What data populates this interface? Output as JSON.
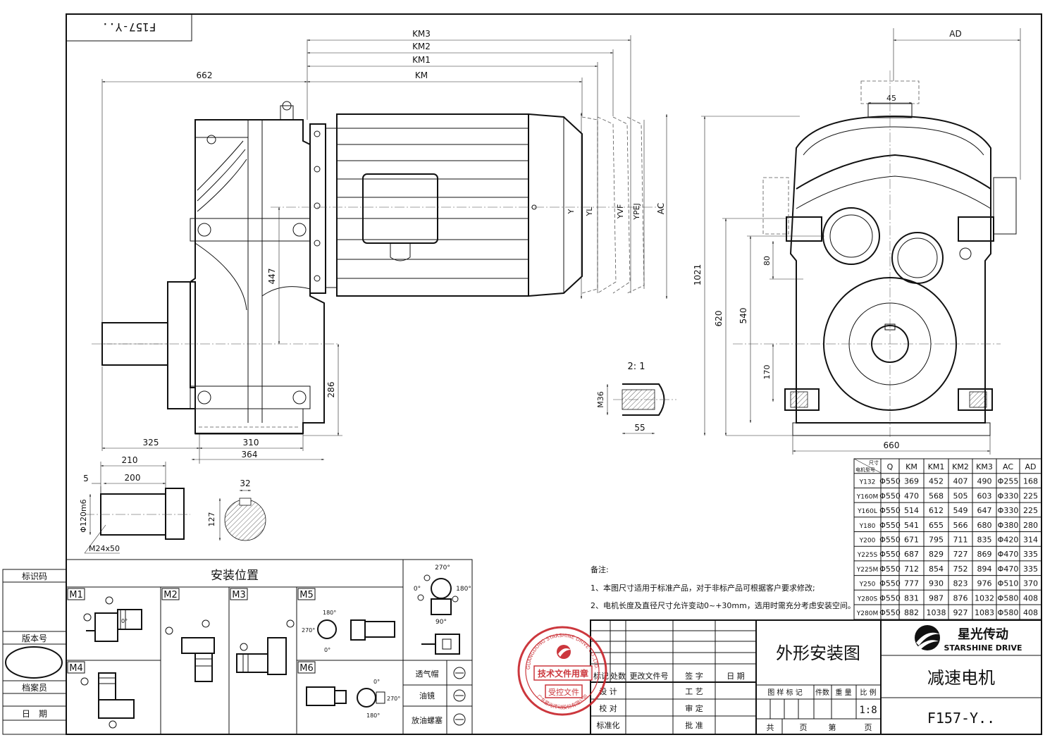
{
  "drawing": {
    "code_box": "F157-Y..",
    "title": "外形安装图",
    "product_name": "减速电机",
    "model": "F157-Y..",
    "scale": "1:8",
    "detail_scale": "2: 1"
  },
  "brand": {
    "cn": "星光传动",
    "en": "STARSHINE DRIVE",
    "color": "#111111"
  },
  "stamp": {
    "ring_text": "GUANGDONG STARSHINE DRIVE CO.,LTD.",
    "ring_text_cn": "广东星光传动股份有限公司",
    "line1": "技术文件用章",
    "line2": "受控文件",
    "color": "#c8272d"
  },
  "left_labels": [
    "标识码",
    "版本号",
    "档案员",
    "日　期"
  ],
  "install_section": {
    "title": "安装位置",
    "positions": [
      "M1",
      "M2",
      "M3",
      "M5",
      "M4",
      "M6"
    ],
    "angles_top": [
      "270°",
      "0°",
      "180°",
      "90°"
    ],
    "angles_m5": [
      "180°",
      "270°",
      "0°"
    ],
    "angles_m6": [
      "0°",
      "270°",
      "180°"
    ]
  },
  "legend": [
    {
      "label": "透气帽"
    },
    {
      "label": "油镜"
    },
    {
      "label": "放油螺塞"
    }
  ],
  "notes": {
    "heading": "备注:",
    "items": [
      "1、本图尺寸适用于标准产品，对于非标产品可根据客户要求修改;",
      "2、电机长度及直径尺寸允许变动0~+30mm，选用时需充分考虑安装空间。"
    ]
  },
  "title_block": {
    "rev_headers": [
      "标记",
      "处数",
      "更改文件号",
      "签 字",
      "日 期"
    ],
    "roles": [
      "设 计",
      "校 对",
      "标准化"
    ],
    "roles2": [
      "工 艺",
      "审 定",
      "批 准"
    ],
    "sample_headers": [
      "图 样 标 记",
      "件数",
      "重 量",
      "比 例"
    ],
    "sheet": [
      "共",
      "页",
      "第",
      "页"
    ]
  },
  "dims": {
    "KM3": "KM3",
    "KM2": "KM2",
    "KM1": "KM1",
    "KM": "KM",
    "d662": "662",
    "d447": "447",
    "d286": "286",
    "d325": "325",
    "d310": "310",
    "d364": "364",
    "d210": "210",
    "d200": "200",
    "d5": "5",
    "d120": "Φ120m6",
    "dM24": "M24x50",
    "d32": "32",
    "d127": "127",
    "AD": "AD",
    "d45": "45",
    "d1021": "1021",
    "d620": "620",
    "d540": "540",
    "d80": "80",
    "d170": "170",
    "d660": "660",
    "M36": "M36",
    "d55": "55",
    "AC": "AC",
    "Y": "Y",
    "YL": "YL",
    "YVF": "YVF",
    "YPEJ": "YPEJ",
    "o0": "0°"
  },
  "table": {
    "corner_top": "尺寸",
    "corner_bottom": "电机型号",
    "headers": [
      "Q",
      "KM",
      "KM1",
      "KM2",
      "KM3",
      "AC",
      "AD"
    ],
    "rows": [
      [
        "Y132",
        "Φ550",
        "369",
        "452",
        "407",
        "490",
        "Φ255",
        "168"
      ],
      [
        "Y160M",
        "Φ550",
        "470",
        "568",
        "505",
        "603",
        "Φ330",
        "225"
      ],
      [
        "Y160L",
        "Φ550",
        "514",
        "612",
        "549",
        "647",
        "Φ330",
        "225"
      ],
      [
        "Y180",
        "Φ550",
        "541",
        "655",
        "566",
        "680",
        "Φ380",
        "280"
      ],
      [
        "Y200",
        "Φ550",
        "671",
        "795",
        "711",
        "835",
        "Φ420",
        "314"
      ],
      [
        "Y225S",
        "Φ550",
        "687",
        "829",
        "727",
        "869",
        "Φ470",
        "335"
      ],
      [
        "Y225M",
        "Φ550",
        "712",
        "854",
        "752",
        "894",
        "Φ470",
        "335"
      ],
      [
        "Y250",
        "Φ550",
        "777",
        "930",
        "823",
        "976",
        "Φ510",
        "370"
      ],
      [
        "Y280S",
        "Φ550",
        "831",
        "987",
        "876",
        "1032",
        "Φ580",
        "408"
      ],
      [
        "Y280M",
        "Φ550",
        "882",
        "1038",
        "927",
        "1083",
        "Φ580",
        "408"
      ]
    ]
  }
}
